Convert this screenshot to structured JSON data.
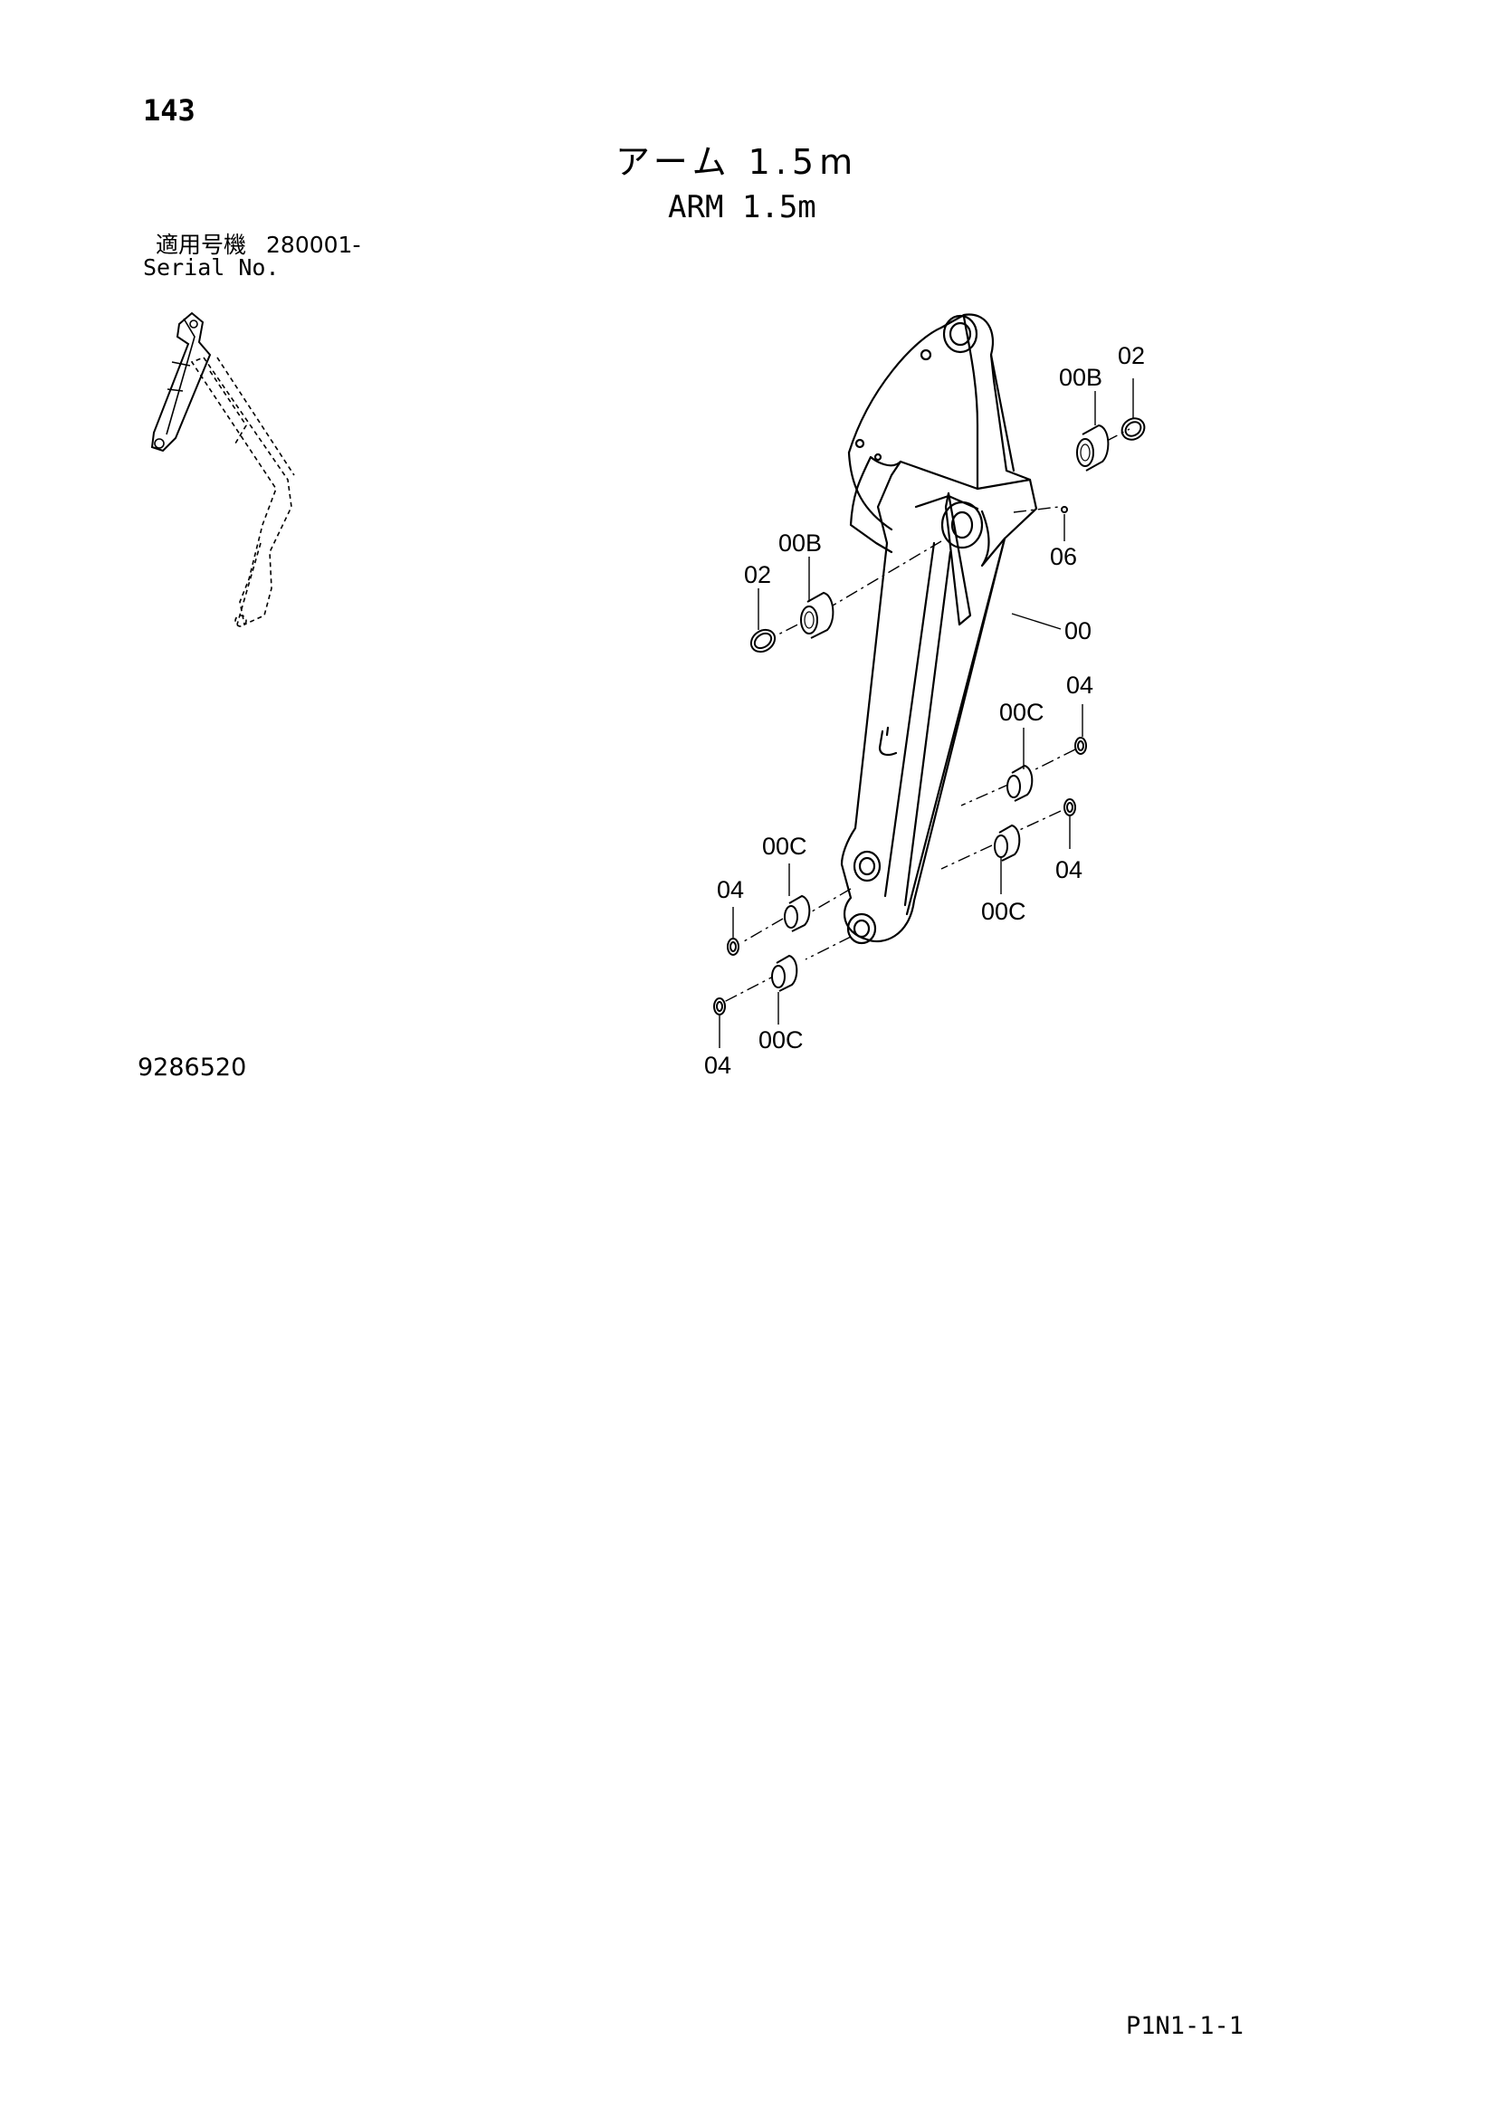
{
  "header": {
    "page_number": "143",
    "title_jp": "アーム 1.5m",
    "title_en": "ARM 1.5m"
  },
  "serial": {
    "label_jp": "適用号機",
    "number": "280001-",
    "label_en": "Serial No."
  },
  "footer": {
    "drawing_number": "9286520",
    "page_code": "P1N1-1-1"
  },
  "callouts": {
    "c00B_top": "00B",
    "c02_top": "02",
    "c00B_left": "00B",
    "c02_left": "02",
    "c06": "06",
    "c00": "00",
    "c04_right_top": "04",
    "c00C_right_top": "00C",
    "c04_right_bottom": "04",
    "c00C_right_bottom": "00C",
    "c00C_left_top": "00C",
    "c04_left_top": "04",
    "c00C_left_bottom": "00C",
    "c04_left_bottom": "04"
  }
}
